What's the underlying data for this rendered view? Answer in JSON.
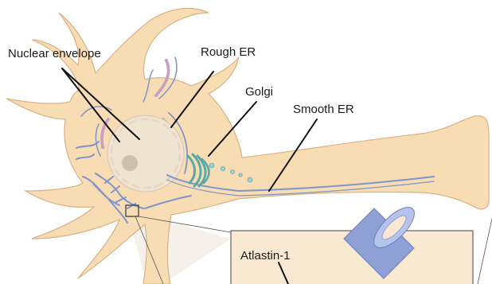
{
  "labels": {
    "nuclear_envelope": "Nuclear envelope",
    "rough_er": "Rough ER",
    "golgi": "Golgi",
    "smooth_er": "Smooth ER",
    "atlastin": "Atlastin-1"
  },
  "colors": {
    "cell_fill": "#f7dcb4",
    "cell_edge": "#d9b283",
    "nucleus_fill": "#efe3d2",
    "nucleolus_fill": "#cfc0ad",
    "er_line": "#7f95c9",
    "er_dots": "#c9a0c4",
    "golgi_fill": "#5aa9a6",
    "inset_fill": "#fae9d2",
    "tube_fill": "#8fa0d6",
    "leader_line": "#111111"
  }
}
